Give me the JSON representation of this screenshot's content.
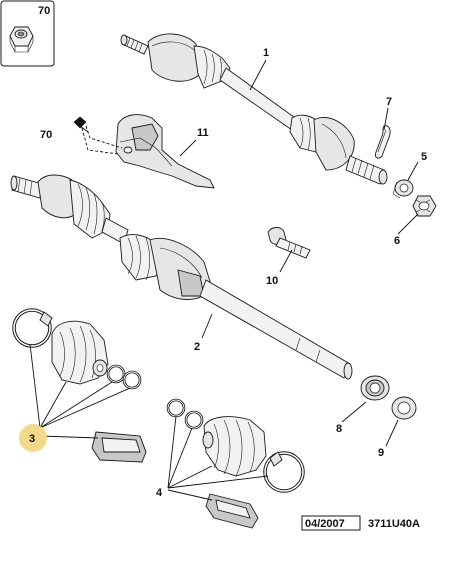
{
  "callouts": {
    "c70_top": "70",
    "c70_mid": "70",
    "c1": "1",
    "c2": "2",
    "c3": "3",
    "c4": "4",
    "c5": "5",
    "c6": "6",
    "c7": "7",
    "c8": "8",
    "c9": "9",
    "c10": "10",
    "c11": "11"
  },
  "footer": {
    "date": "04/2007",
    "reference": "3711U40A"
  },
  "colors": {
    "highlight": "#f3d98a",
    "line": "#1a1a1a",
    "part_fill": "#e6e6e6"
  }
}
